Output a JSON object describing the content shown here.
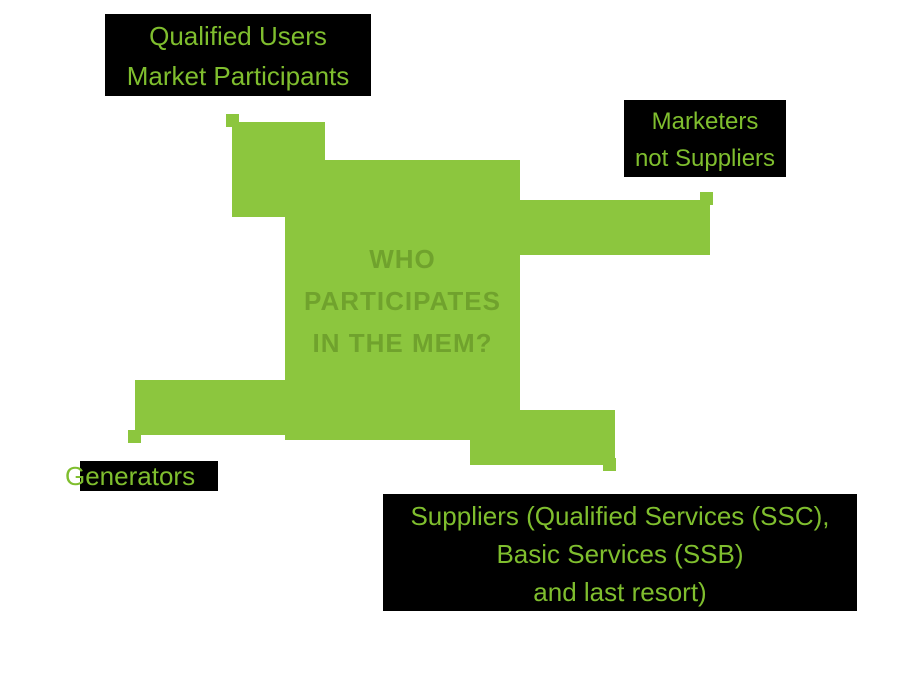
{
  "title": "WHO PARTICIPATES IN THE MEM?",
  "colors": {
    "page_background": "#FFFFFF",
    "shape_green": "#8CC63E",
    "center_text_green": "#70A22D",
    "label_text_green": "#7FBE2E",
    "label_background": "#000000"
  },
  "center": {
    "lines": [
      "WHO",
      "PARTICIPATES",
      "IN THE MEM?"
    ]
  },
  "labels": {
    "top_left": {
      "lines": [
        "Qualified Users",
        "Market Participants"
      ]
    },
    "top_right": {
      "lines": [
        "Marketers",
        "not Suppliers"
      ]
    },
    "bottom_left": {
      "lines": [
        "Generators"
      ]
    },
    "bottom_right": {
      "lines": [
        "Suppliers (Qualified Services (SSC),",
        "Basic Services (SSB)",
        "and last resort)"
      ]
    }
  }
}
